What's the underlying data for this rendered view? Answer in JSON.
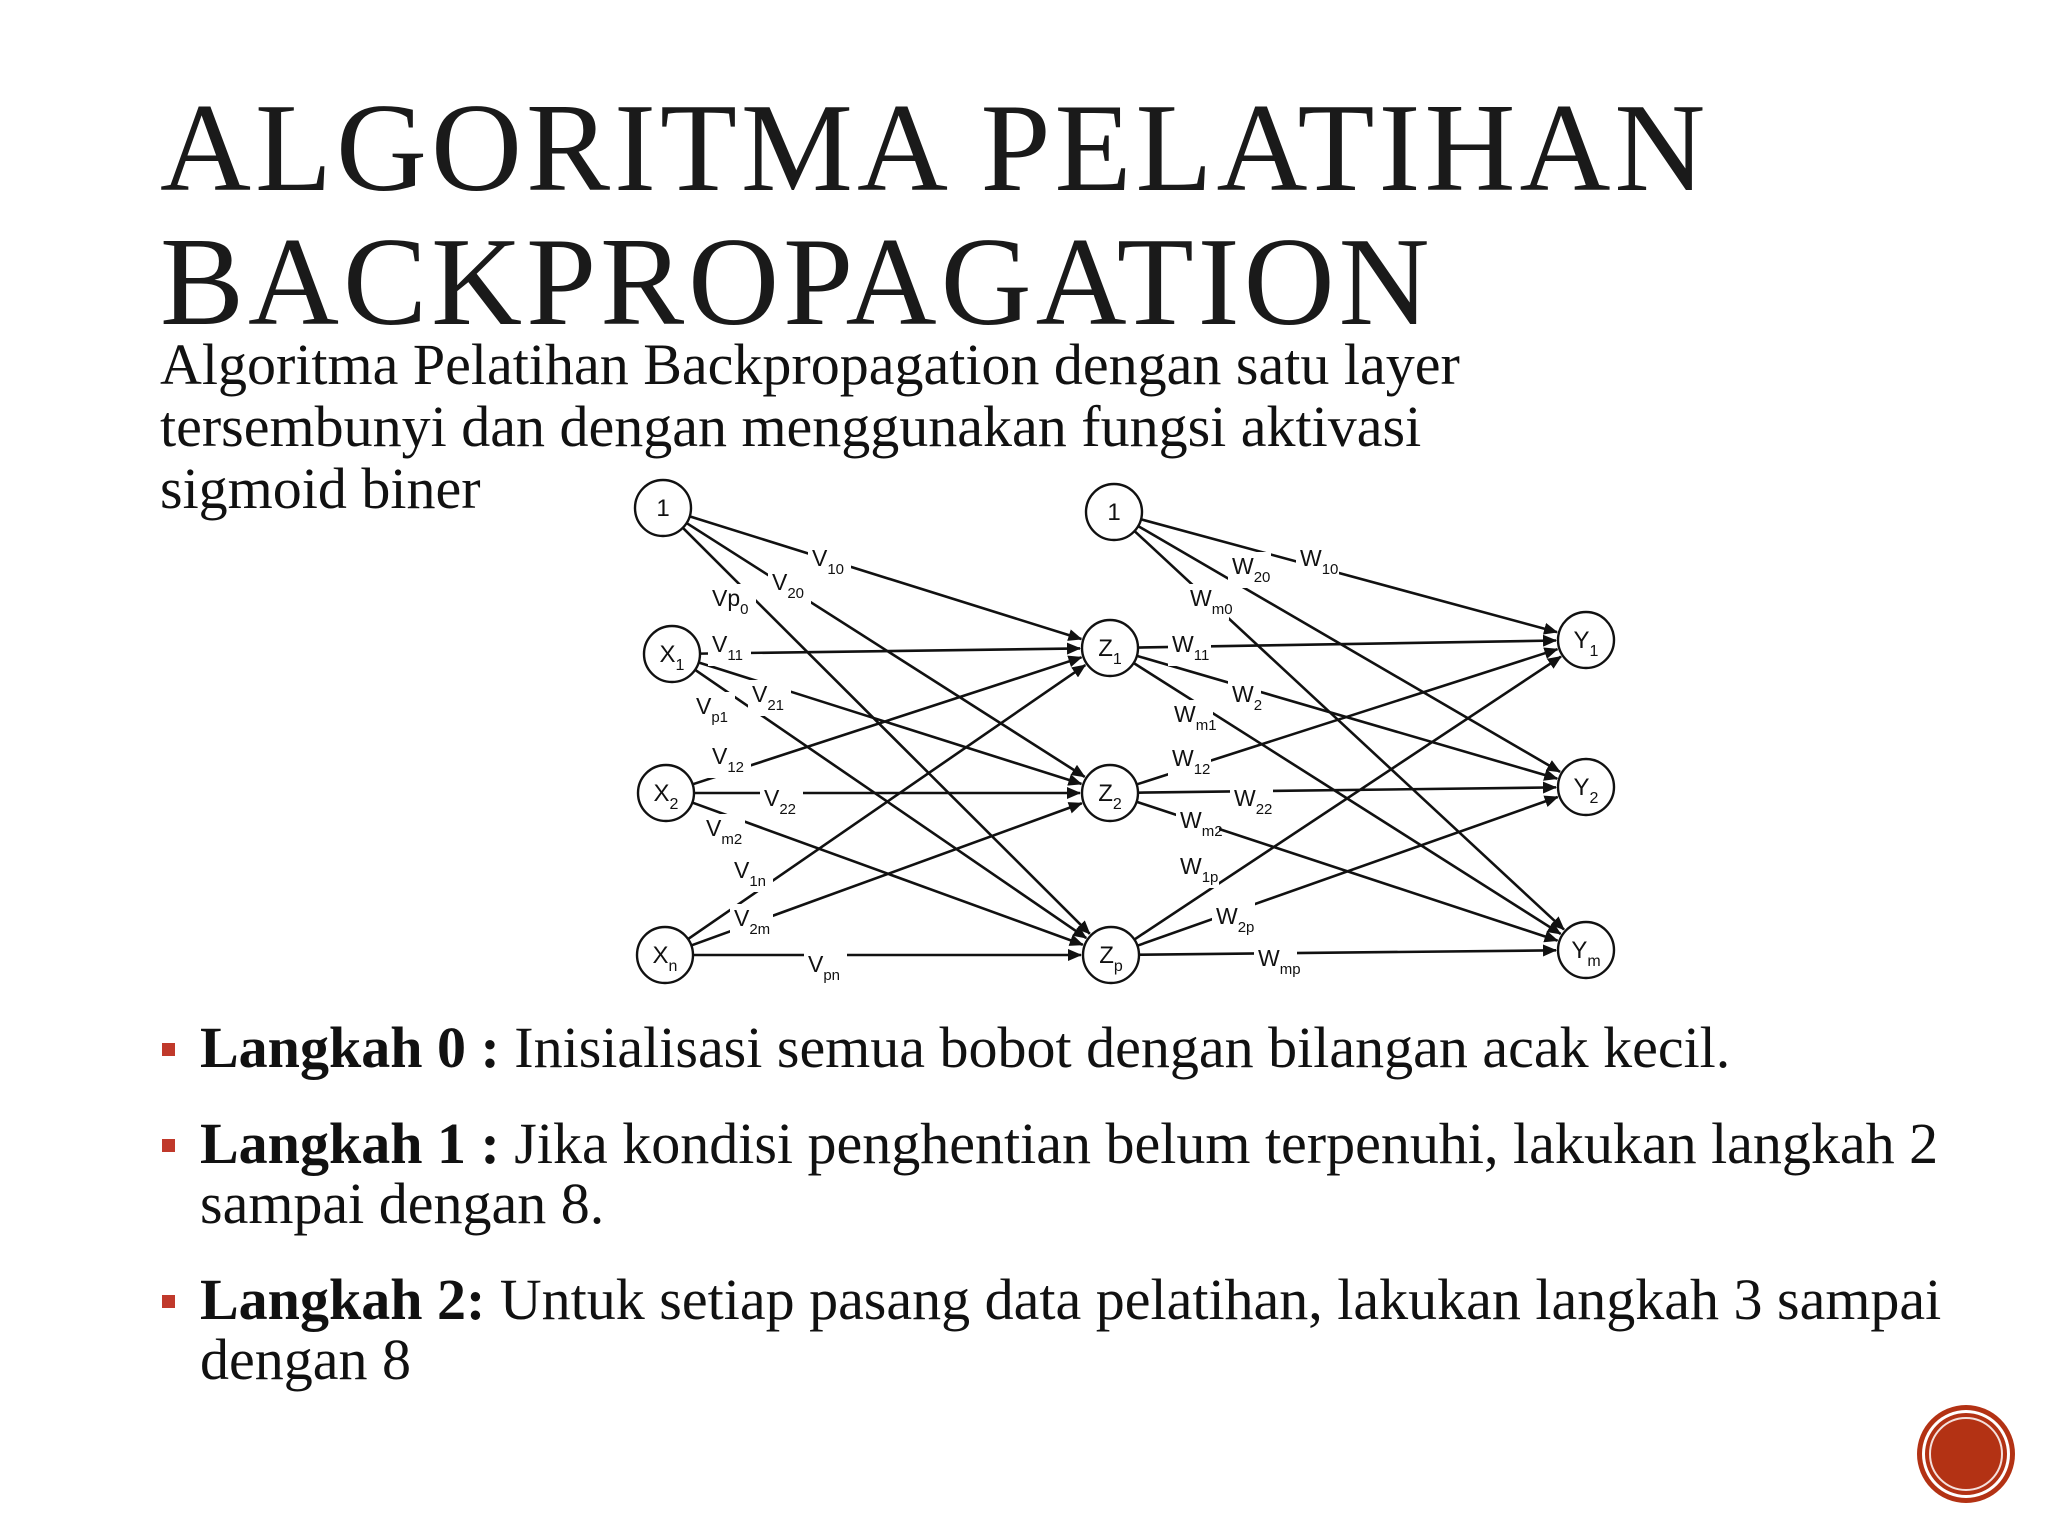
{
  "title": {
    "line1": "ALGORITMA PELATIHAN",
    "line2": "BACKPROPAGATION"
  },
  "subtitle": {
    "line1": "Algoritma Pelatihan Backpropagation dengan satu layer",
    "line2": "tersembunyi dan dengan menggunakan fungsi aktivasi",
    "line3": "sigmoid biner"
  },
  "network": {
    "input_nodes": [
      {
        "base": "1",
        "sub": ""
      },
      {
        "base": "X",
        "sub": "1"
      },
      {
        "base": "X",
        "sub": "2"
      },
      {
        "base": "X",
        "sub": "n"
      }
    ],
    "hidden_nodes": [
      {
        "base": "1",
        "sub": ""
      },
      {
        "base": "Z",
        "sub": "1"
      },
      {
        "base": "Z",
        "sub": "2"
      },
      {
        "base": "Z",
        "sub": "p"
      }
    ],
    "output_nodes": [
      {
        "base": "Y",
        "sub": "1"
      },
      {
        "base": "Y",
        "sub": "2"
      },
      {
        "base": "Y",
        "sub": "m"
      }
    ],
    "v_weights": [
      {
        "base": "V",
        "sub": "10"
      },
      {
        "base": "V",
        "sub": "20"
      },
      {
        "base": "Vp",
        "sub": "0"
      },
      {
        "base": "V",
        "sub": "11"
      },
      {
        "base": "V",
        "sub": "21"
      },
      {
        "base": "V",
        "sub": "p1"
      },
      {
        "base": "V",
        "sub": "12"
      },
      {
        "base": "V",
        "sub": "22"
      },
      {
        "base": "V",
        "sub": "m2"
      },
      {
        "base": "V",
        "sub": "1n"
      },
      {
        "base": "V",
        "sub": "2m"
      },
      {
        "base": "V",
        "sub": "pn"
      }
    ],
    "w_weights": [
      {
        "base": "W",
        "sub": "10"
      },
      {
        "base": "W",
        "sub": "20"
      },
      {
        "base": "W",
        "sub": "m0"
      },
      {
        "base": "W",
        "sub": "11"
      },
      {
        "base": "W",
        "sub": "2"
      },
      {
        "base": "W",
        "sub": "m1"
      },
      {
        "base": "W",
        "sub": "12"
      },
      {
        "base": "W",
        "sub": "22"
      },
      {
        "base": "W",
        "sub": "m2"
      },
      {
        "base": "W",
        "sub": "1p"
      },
      {
        "base": "W",
        "sub": "2p"
      },
      {
        "base": "W",
        "sub": "mp"
      }
    ]
  },
  "steps": [
    {
      "label": "Langkah 0 :",
      "text": " Inisialisasi semua bobot dengan bilangan acak kecil."
    },
    {
      "label": "Langkah 1 :",
      "text": " Jika kondisi penghentian belum terpenuhi, lakukan langkah 2 sampai dengan 8."
    },
    {
      "label": "Langkah 2:",
      "text": " Untuk setiap pasang data pelatihan, lakukan langkah 3 sampai dengan 8"
    }
  ],
  "colors": {
    "accent": "#c0392b",
    "badge": "#b33214"
  }
}
